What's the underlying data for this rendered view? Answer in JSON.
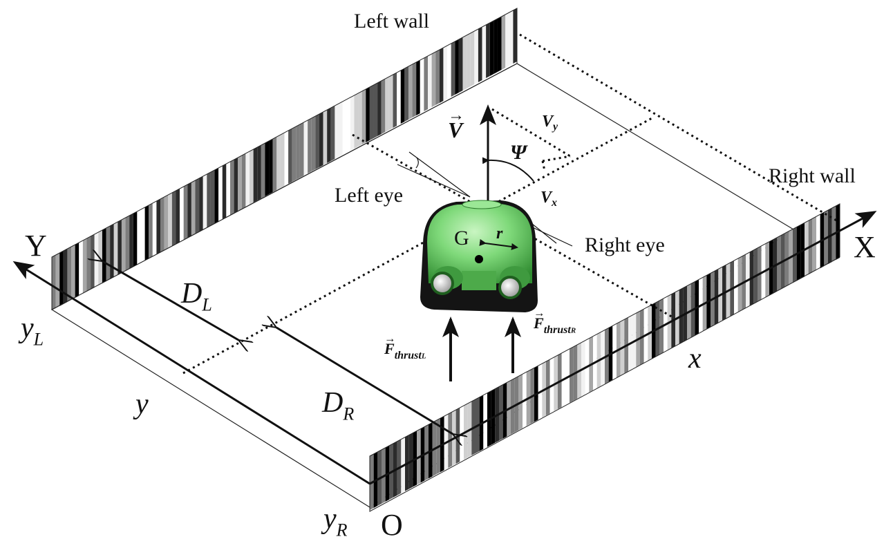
{
  "labels": {
    "left_wall": "Left wall",
    "right_wall": "Right wall",
    "left_eye": "Left eye",
    "right_eye": "Right eye",
    "axis_X": "X",
    "axis_Y": "Y",
    "origin": "O",
    "G": "G",
    "r": "r",
    "V": "V",
    "psi": "Ψ",
    "vy_main": "V",
    "vy_sub": "y",
    "vx_main": "V",
    "vx_sub": "x",
    "DL_main": "D",
    "DL_sub": "L",
    "DR_main": "D",
    "DR_sub": "R",
    "yL_main": "y",
    "yL_sub": "L",
    "yR_main": "y",
    "yR_sub": "R",
    "y": "y",
    "x": "x",
    "fthrustL_main": "F",
    "fthrustL_sub": "thrust",
    "fthrustL_subsub": "L",
    "fthrustR_main": "F",
    "fthrustR_sub": "thrust",
    "fthrustR_subsub": "R"
  },
  "colors": {
    "robot_body": "#7fd97a",
    "robot_dark": "#3d9a3c",
    "robot_base": "#1a1a1a",
    "line": "#111111"
  }
}
